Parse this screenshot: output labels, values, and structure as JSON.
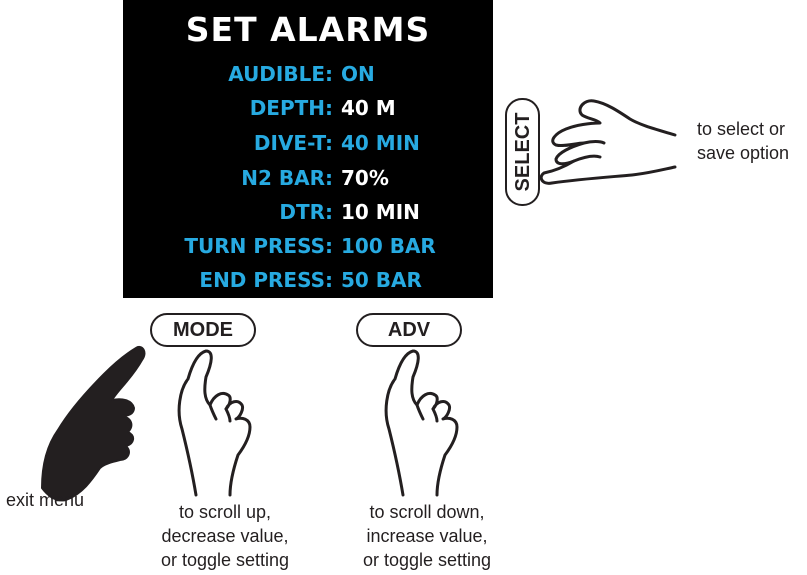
{
  "screen": {
    "title": "SET ALARMS",
    "rows": [
      {
        "label": "AUDIBLE:",
        "value": "ON"
      },
      {
        "label": "DEPTH:",
        "value": "40 M"
      },
      {
        "label": "DIVE-T:",
        "value": "40 MIN"
      },
      {
        "label": "N2 BAR:",
        "value": "70%"
      },
      {
        "label": "DTR:",
        "value": "10 MIN"
      },
      {
        "label": "TURN PRESS:",
        "value": "100 BAR"
      },
      {
        "label": "END PRESS:",
        "value": "50 BAR"
      }
    ]
  },
  "buttons": {
    "mode": "MODE",
    "adv": "ADV",
    "select": "SELECT"
  },
  "captions": {
    "select": [
      "to select or",
      "save option"
    ],
    "exit": "exit menu",
    "mode": [
      "to scroll up,",
      "decrease value,",
      "or toggle setting"
    ],
    "adv": [
      "to scroll down,",
      "increase value,",
      "or toggle setting"
    ]
  },
  "colors": {
    "screen_bg": "#000000",
    "label_blue": "#27aae1",
    "value_white": "#ffffff",
    "ink": "#231f20"
  }
}
